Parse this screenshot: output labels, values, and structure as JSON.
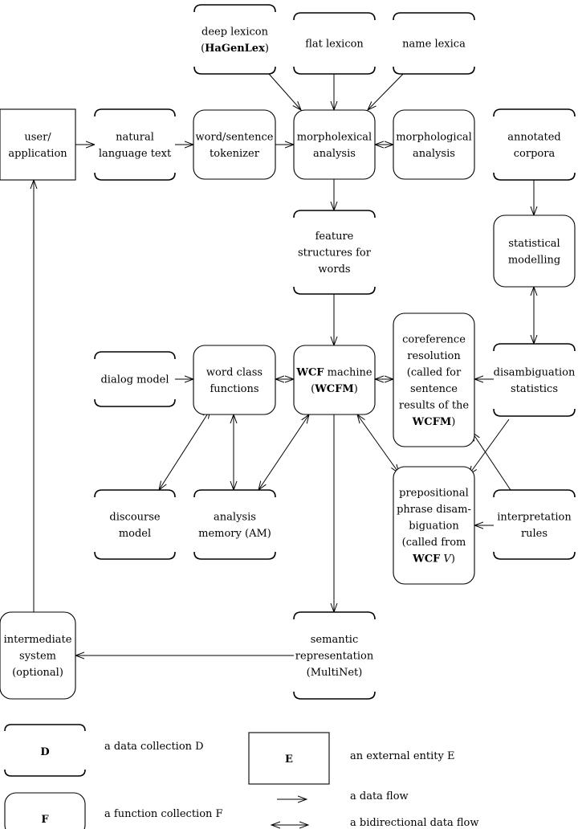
{
  "nodes": [
    {
      "id": "user-application",
      "kind": "entity",
      "lines": [
        "user/",
        "application"
      ]
    },
    {
      "id": "natural-language-text",
      "kind": "data",
      "lines": [
        "natural",
        "language text"
      ]
    },
    {
      "id": "word-sentence-tokenizer",
      "kind": "function",
      "lines": [
        "word/sentence",
        "tokenizer"
      ]
    },
    {
      "id": "morpholexical-analysis",
      "kind": "function",
      "lines": [
        "morpholexical",
        "analysis"
      ]
    },
    {
      "id": "morphological-analysis",
      "kind": "function",
      "lines": [
        "morphological",
        "analysis"
      ]
    },
    {
      "id": "annotated-corpora",
      "kind": "data",
      "lines": [
        "annotated",
        "corpora"
      ]
    },
    {
      "id": "deep-lexicon",
      "kind": "data",
      "lines": [
        "deep lexicon",
        "(HaGenLex)"
      ],
      "bold_words": [
        "HaGenLex"
      ]
    },
    {
      "id": "flat-lexicon",
      "kind": "data",
      "lines": [
        "flat lexicon"
      ]
    },
    {
      "id": "name-lexica",
      "kind": "data",
      "lines": [
        "name lexica"
      ]
    },
    {
      "id": "feature-structures",
      "kind": "data",
      "lines": [
        "feature",
        "structures for",
        "words"
      ]
    },
    {
      "id": "statistical-modelling",
      "kind": "function",
      "lines": [
        "statistical",
        "modelling"
      ]
    },
    {
      "id": "dialog-model",
      "kind": "data",
      "lines": [
        "dialog model"
      ]
    },
    {
      "id": "word-class-functions",
      "kind": "function",
      "lines": [
        "word class",
        "functions"
      ]
    },
    {
      "id": "wcf-machine",
      "kind": "function",
      "lines": [
        "WCF machine",
        "(WCFM)"
      ],
      "bold_words": [
        "WCF",
        "WCFM"
      ]
    },
    {
      "id": "coreference-resolution",
      "kind": "function",
      "lines": [
        "coreference",
        "resolution",
        "(called for",
        "sentence",
        "results of the",
        "WCFM)"
      ],
      "bold_words": [
        "WCFM"
      ]
    },
    {
      "id": "disambiguation-statistics",
      "kind": "data",
      "lines": [
        "disambiguation",
        "statistics"
      ]
    },
    {
      "id": "discourse-model",
      "kind": "data",
      "lines": [
        "discourse",
        "model"
      ]
    },
    {
      "id": "analysis-memory",
      "kind": "data",
      "lines": [
        "analysis",
        "memory (AM)"
      ]
    },
    {
      "id": "prepositional-phrase-disambiguation",
      "kind": "function",
      "lines": [
        "prepositional",
        "phrase disam-",
        "biguation",
        "(called from",
        "WCF V)"
      ],
      "bold_words": [
        "WCF"
      ],
      "italic_words": [
        "V"
      ]
    },
    {
      "id": "interpretation-rules",
      "kind": "data",
      "lines": [
        "interpretation",
        "rules"
      ]
    },
    {
      "id": "intermediate-system",
      "kind": "function",
      "lines": [
        "intermediate",
        "system",
        "(optional)"
      ]
    },
    {
      "id": "semantic-representation",
      "kind": "data",
      "lines": [
        "semantic",
        "representation",
        "(MultiNet)"
      ]
    }
  ],
  "edges": [
    {
      "from": "user-application",
      "to": "natural-language-text",
      "dir": "forward"
    },
    {
      "from": "natural-language-text",
      "to": "word-sentence-tokenizer",
      "dir": "forward"
    },
    {
      "from": "word-sentence-tokenizer",
      "to": "morpholexical-analysis",
      "dir": "forward"
    },
    {
      "from": "morpholexical-analysis",
      "to": "morphological-analysis",
      "dir": "both"
    },
    {
      "from": "deep-lexicon",
      "to": "morpholexical-analysis",
      "dir": "forward"
    },
    {
      "from": "flat-lexicon",
      "to": "morpholexical-analysis",
      "dir": "forward"
    },
    {
      "from": "name-lexica",
      "to": "morpholexical-analysis",
      "dir": "forward"
    },
    {
      "from": "morpholexical-analysis",
      "to": "feature-structures",
      "dir": "forward"
    },
    {
      "from": "annotated-corpora",
      "to": "statistical-modelling",
      "dir": "forward"
    },
    {
      "from": "statistical-modelling",
      "to": "disambiguation-statistics",
      "dir": "both"
    },
    {
      "from": "feature-structures",
      "to": "wcf-machine",
      "dir": "forward"
    },
    {
      "from": "dialog-model",
      "to": "word-class-functions",
      "dir": "forward"
    },
    {
      "from": "word-class-functions",
      "to": "wcf-machine",
      "dir": "both"
    },
    {
      "from": "wcf-machine",
      "to": "coreference-resolution",
      "dir": "both"
    },
    {
      "from": "disambiguation-statistics",
      "to": "coreference-resolution",
      "dir": "forward"
    },
    {
      "from": "word-class-functions",
      "to": "discourse-model",
      "dir": "both"
    },
    {
      "from": "word-class-functions",
      "to": "analysis-memory",
      "dir": "both"
    },
    {
      "from": "wcf-machine",
      "to": "analysis-memory",
      "dir": "both"
    },
    {
      "from": "wcf-machine",
      "to": "prepositional-phrase-disambiguation",
      "dir": "both"
    },
    {
      "from": "disambiguation-statistics",
      "to": "prepositional-phrase-disambiguation",
      "dir": "forward"
    },
    {
      "from": "interpretation-rules",
      "to": "coreference-resolution",
      "dir": "forward"
    },
    {
      "from": "interpretation-rules",
      "to": "prepositional-phrase-disambiguation",
      "dir": "forward"
    },
    {
      "from": "wcf-machine",
      "to": "semantic-representation",
      "dir": "forward"
    },
    {
      "from": "semantic-representation",
      "to": "intermediate-system",
      "dir": "forward"
    },
    {
      "from": "intermediate-system",
      "to": "user-application",
      "dir": "forward"
    }
  ],
  "legend": {
    "data_symbol": "D",
    "data_text": "a data collection D",
    "function_symbol": "F",
    "function_text": "a function collection F",
    "entity_symbol": "E",
    "entity_text": "an external entity E",
    "flow_text": "a data flow",
    "bidir_text": "a bidirectional data flow"
  }
}
